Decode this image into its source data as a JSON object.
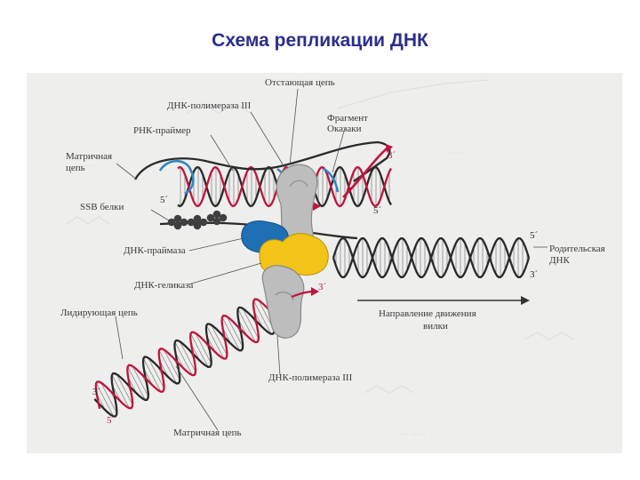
{
  "slide": {
    "title": "Схема репликации ДНК"
  },
  "labels": {
    "lagging_strand": "Отстающая цепь",
    "polymerase_top": "ДНК-полимераза III",
    "okazaki": "Фрагмент Оказаки",
    "okazaki_l1": "Фрагмент",
    "okazaki_l2": "Оказаки",
    "rna_primer": "РНК-праймер",
    "template_top_l1": "Матричная",
    "template_top_l2": "цепь",
    "ssb": "SSB белки",
    "primase": "ДНК-праймаза",
    "helicase": "ДНК-геликаза",
    "leading_strand": "Лидирующая цепь",
    "parent_l1": "Родительская",
    "parent_l2": "ДНК",
    "direction_l1": "Направление движения",
    "direction_l2": "вилки",
    "polymerase_bottom": "ДНК-полимераза III",
    "template_bottom": "Матричная цепь"
  },
  "ends": {
    "lag_3": "3´",
    "lag_5": "5´",
    "top_5": "5´",
    "parent_5": "5´",
    "parent_3": "3´",
    "lead_3mid": "3´",
    "lead_3": "3´",
    "lead_5": "5´"
  },
  "colors": {
    "title": "#2b2f8a",
    "dna": "#2a2a2a",
    "new_strand": "#c0143c",
    "primer": "#2e86c1",
    "primase": "#1f6fb5",
    "helicase": "#f2c418",
    "polymerase": "#bdbdbd"
  }
}
